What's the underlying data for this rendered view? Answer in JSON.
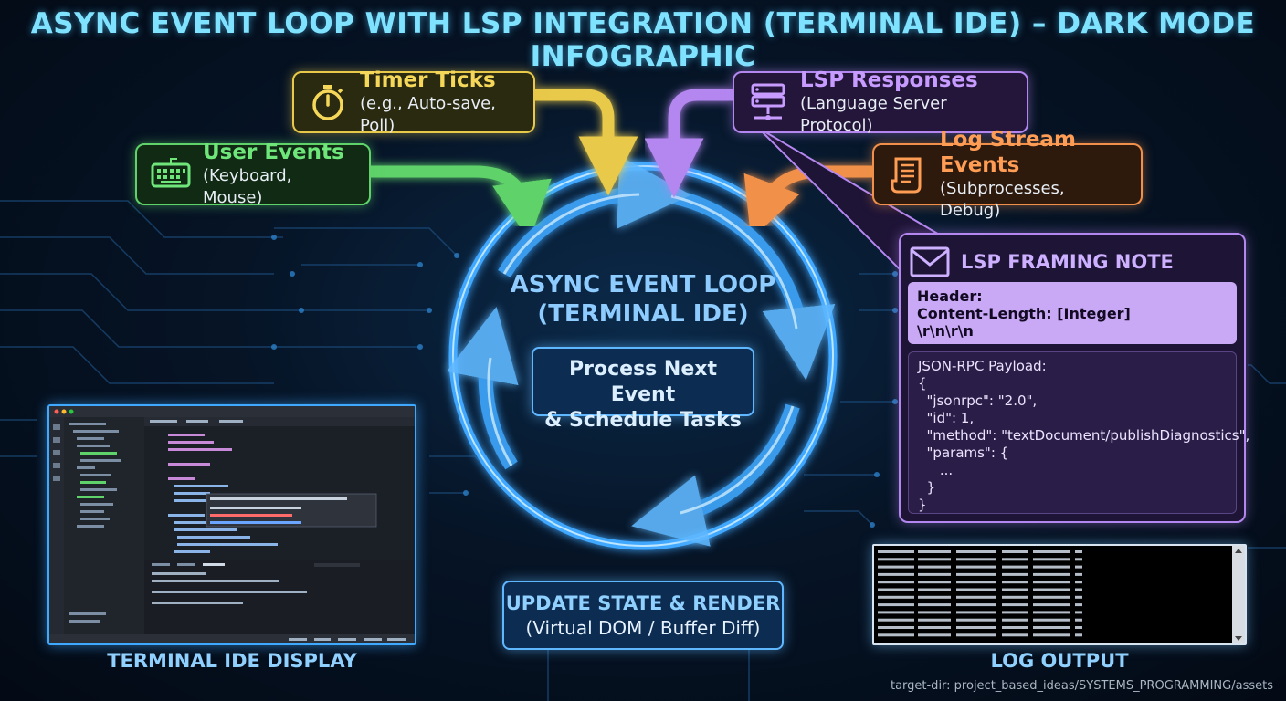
{
  "title": "ASYNC EVENT LOOP WITH LSP INTEGRATION (TERMINAL IDE) – DARK MODE INFOGRAPHIC",
  "sources": {
    "timer": {
      "title": "Timer Ticks",
      "sub": "(e.g., Auto-save, Poll)",
      "icon": "stopwatch-icon",
      "color": "#e8c94a"
    },
    "user": {
      "title": "User Events",
      "sub": "(Keyboard, Mouse)",
      "icon": "keyboard-icon",
      "color": "#5fd36a"
    },
    "lsp": {
      "title": "LSP Responses",
      "sub": "(Language Server Protocol)",
      "icon": "server-icon",
      "color": "#b486f0"
    },
    "log": {
      "title": "Log Stream Events",
      "sub": "(Subprocesses, Debug)",
      "icon": "scroll-icon",
      "color": "#f0904a"
    }
  },
  "loop": {
    "title_line1": "ASYNC EVENT LOOP",
    "title_line2": "(TERMINAL IDE)",
    "process_line1": "Process Next Event",
    "process_line2": "& Schedule Tasks"
  },
  "update": {
    "title": "UPDATE STATE & RENDER",
    "sub": "(Virtual DOM / Buffer Diff)"
  },
  "note": {
    "title": "LSP FRAMING NOTE",
    "icon": "envelope-icon",
    "header_lines": [
      "Header:",
      "Content-Length: [Integer]",
      "\\r\\n\\r\\n"
    ],
    "payload_lines": [
      "JSON-RPC Payload:",
      "{",
      "  \"jsonrpc\": \"2.0\",",
      "  \"id\": 1,",
      "  \"method\": \"textDocument/publishDiagnostics\",",
      "  \"params\": {",
      "     ...",
      "  }",
      "}"
    ]
  },
  "panels": {
    "ide_label": "TERMINAL IDE DISPLAY",
    "log_label": "LOG OUTPUT"
  },
  "footer": "target-dir: project_based_ideas/SYSTEMS_PROGRAMMING/assets",
  "colors": {
    "loop": "#3fa8ff",
    "accent": "#7fe3ff"
  }
}
